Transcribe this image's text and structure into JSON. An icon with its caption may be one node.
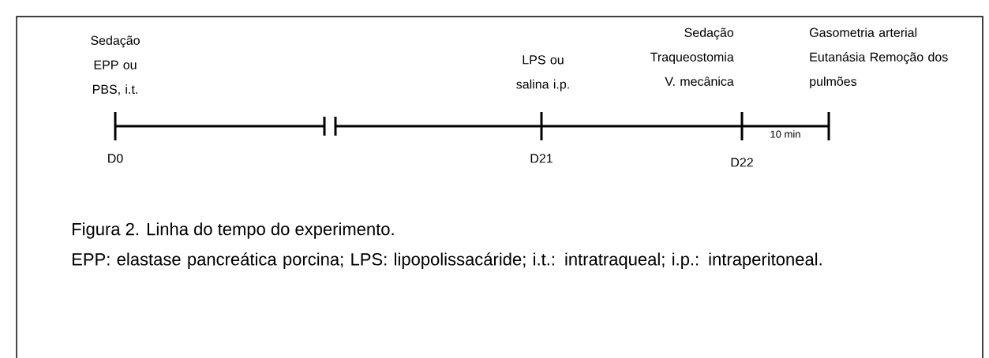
{
  "diagram": {
    "caption": "Figura 2. Linha do tempo do experimento.",
    "labels": [
      "Sedação EPP ou PBS, i.t.",
      "LPS ou salina i.p.",
      "Sedação Traqueostomia V. mecânica",
      "Gasometria arterial Eutanásia Remoção dos pulmões",
      "D0",
      "D21",
      "D22",
      "10 min",
      "EPP: elastase pancreática porcina; LPS: lipopolissacáride; i.t.: intratraqueal; i.p.: intraperitoneal."
    ]
  }
}
